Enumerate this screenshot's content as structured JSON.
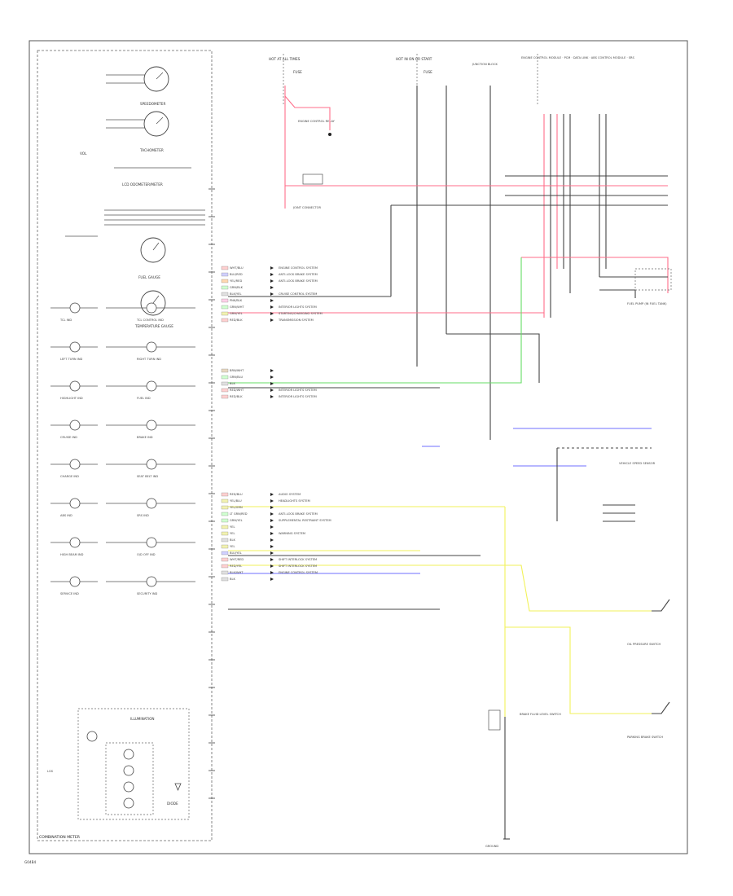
{
  "frame": {
    "footer_left": "G04B4",
    "cluster_name": "COMBINATION METER"
  },
  "cluster": {
    "gauges": [
      {
        "id": "speedometer",
        "label": "SPEEDOMETER"
      },
      {
        "id": "tachometer",
        "label": "TACHOMETER"
      },
      {
        "id": "odometer",
        "label": "LCD ODOMETER/METER"
      },
      {
        "id": "fuel",
        "label": "FUEL GAUGE"
      },
      {
        "id": "temp",
        "label": "TEMPERATURE GAUGE"
      }
    ],
    "indicators": [
      {
        "id": "ind-1",
        "label": "TCL IND"
      },
      {
        "id": "ind-2",
        "label": "TCL CONTROL IND"
      },
      {
        "id": "ind-3",
        "label": "LEFT TURN IND"
      },
      {
        "id": "ind-4",
        "label": "RIGHT TURN IND"
      },
      {
        "id": "ind-5",
        "label": "HIGHLIGHT IND"
      },
      {
        "id": "ind-6",
        "label": "FUEL IND"
      },
      {
        "id": "ind-7",
        "label": "CRUISE IND"
      },
      {
        "id": "ind-8",
        "label": "BRAKE IND"
      },
      {
        "id": "ind-9",
        "label": "CHARGE IND"
      },
      {
        "id": "ind-10",
        "label": "SEAT BELT IND"
      },
      {
        "id": "ind-11",
        "label": "ABS IND"
      },
      {
        "id": "ind-12",
        "label": "SRS IND"
      },
      {
        "id": "ind-13",
        "label": "HIGH BEAM IND"
      },
      {
        "id": "ind-14",
        "label": "O/D OFF IND"
      },
      {
        "id": "ind-15",
        "label": "SERVICE IND"
      },
      {
        "id": "ind-16",
        "label": "SECURITY IND"
      }
    ],
    "misc": [
      {
        "id": "illum",
        "label": "ILLUMINATION"
      },
      {
        "id": "diode",
        "label": "DIODE"
      },
      {
        "id": "vol",
        "label": "VOL"
      }
    ]
  },
  "top_labels": {
    "hot_all_times": "HOT AT ALL TIMES",
    "fuse_a": "FUSE",
    "hot_run": "HOT IN ON OR START",
    "fuse_b": "FUSE",
    "relay_label": "ENGINE CONTROL RELAY",
    "junction": "JUNCTION BLOCK",
    "right_notes": "ENGINE CONTROL MODULE · PCM · DATA LINK · ABS CONTROL MODULE · SRS"
  },
  "mid_connectors": {
    "rows": [
      {
        "wire": "WHT/BLU",
        "dest": "ENGINE CONTROL SYSTEM"
      },
      {
        "wire": "BLU/RED",
        "dest": "ANTI-LOCK BRAKE SYSTEM"
      },
      {
        "wire": "YEL/RED",
        "dest": "ANTI-LOCK BRAKE SYSTEM"
      },
      {
        "wire": "GRN/BLK",
        "dest": ""
      },
      {
        "wire": "BLK/YEL",
        "dest": "CRUISE CONTROL SYSTEM"
      },
      {
        "wire": "PNK/BLK",
        "dest": ""
      },
      {
        "wire": "GRN/WHT",
        "dest": "INTERIOR LIGHTS SYSTEM"
      },
      {
        "wire": "GRN/YEL",
        "dest": "STARTING/CHARGING SYSTEM"
      },
      {
        "wire": "RED/BLK",
        "dest": "TRANSMISSION SYSTEM"
      }
    ],
    "rows2": [
      {
        "wire": "BRN/WHT",
        "dest": ""
      },
      {
        "wire": "GRN/BLU",
        "dest": ""
      },
      {
        "wire": "BLK",
        "dest": ""
      },
      {
        "wire": "RED/WHT",
        "dest": "INTERIOR LIGHTS SYSTEM"
      },
      {
        "wire": "RED/BLK",
        "dest": "INTERIOR LIGHTS SYSTEM"
      }
    ],
    "rows3": [
      {
        "wire": "RED/BLU",
        "dest": "AUDIO SYSTEM"
      },
      {
        "wire": "YEL/BLU",
        "dest": "HEADLIGHTS SYSTEM"
      },
      {
        "wire": "YEL/GRN",
        "dest": ""
      },
      {
        "wire": "LT GRN/RED",
        "dest": "ANTI-LOCK BRAKE SYSTEM"
      },
      {
        "wire": "GRN/YEL",
        "dest": "SUPPLEMENTAL RESTRAINT SYSTEM"
      },
      {
        "wire": "YEL",
        "dest": ""
      },
      {
        "wire": "YEL",
        "dest": "WARNING SYSTEM"
      },
      {
        "wire": "BLK",
        "dest": ""
      },
      {
        "wire": "YEL",
        "dest": ""
      },
      {
        "wire": "BLU/YEL",
        "dest": ""
      },
      {
        "wire": "WHT/RED",
        "dest": "SHIFT INTERLOCK SYSTEM"
      },
      {
        "wire": "RED/YEL",
        "dest": "SHIFT INTERLOCK SYSTEM"
      },
      {
        "wire": "BLK/WHT",
        "dest": "ENGINE CONTROL SYSTEM"
      },
      {
        "wire": "BLK",
        "dest": ""
      }
    ]
  },
  "right_components": {
    "fuel_pump": "FUEL PUMP (IN FUEL TANK)",
    "vss": "VEHICLE SPEED SENSOR",
    "oil_switch": "OIL PRESSURE SWITCH",
    "parking_brake": "PARKING BRAKE SWITCH",
    "brake_fluid": "BRAKE FLUID LEVEL SWITCH",
    "ground": "GROUND"
  }
}
